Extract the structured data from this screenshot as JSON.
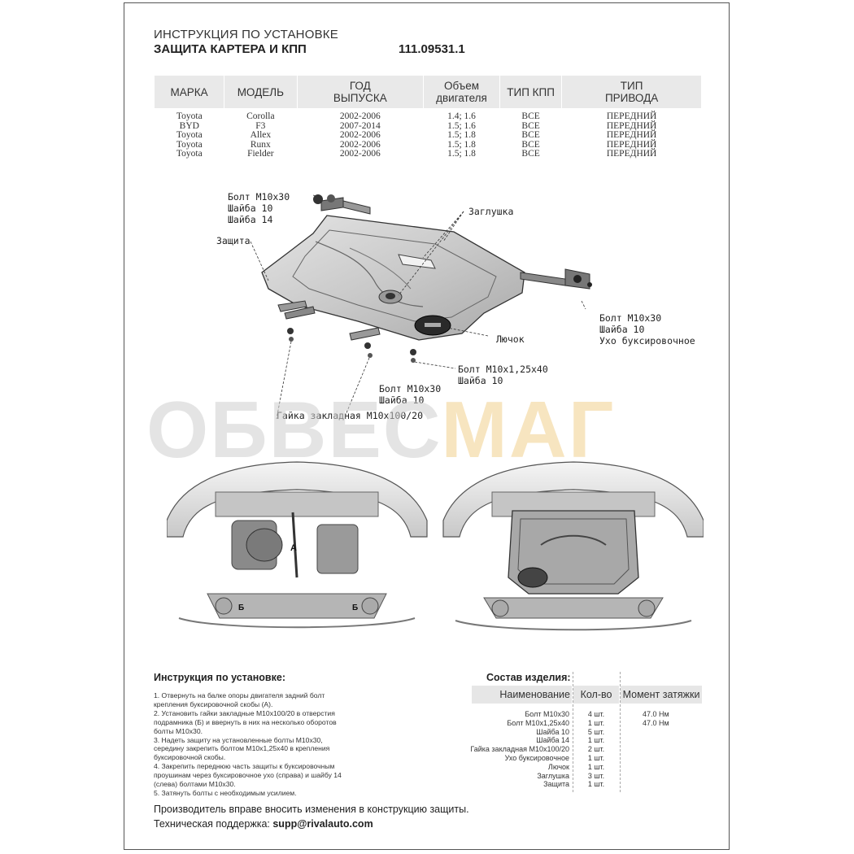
{
  "header": {
    "line1": "ИНСТРУКЦИЯ ПО УСТАНОВКЕ",
    "line2": "ЗАЩИТА КАРТЕРА И КПП",
    "article": "111.09531.1"
  },
  "models_table": {
    "headers": [
      "МАРКА",
      "МОДЕЛЬ",
      "ГОД ВЫПУСКА",
      "Объем двигателя",
      "ТИП КПП",
      "ТИП ПРИВОДА"
    ],
    "rows": [
      [
        "Toyota",
        "Corolla",
        "2002-2006",
        "1.4; 1.6",
        "ВСЕ",
        "ПЕРЕДНИЙ"
      ],
      [
        "BYD",
        "F3",
        "2007-2014",
        "1.5; 1.6",
        "ВСЕ",
        "ПЕРЕДНИЙ"
      ],
      [
        "Toyota",
        "Allex",
        "2002-2006",
        "1.5; 1.8",
        "ВСЕ",
        "ПЕРЕДНИЙ"
      ],
      [
        "Toyota",
        "Runx",
        "2002-2006",
        "1.5; 1.8",
        "ВСЕ",
        "ПЕРЕДНИЙ"
      ],
      [
        "Toyota",
        "Fielder",
        "2002-2006",
        "1.5; 1.8",
        "ВСЕ",
        "ПЕРЕДНИЙ"
      ]
    ]
  },
  "diagram_labels": {
    "bolt_left": [
      "Болт М10х30",
      "Шайба 10",
      "Шайба 14"
    ],
    "plug": "Заглушка",
    "guard": "Защита",
    "bolt_right": [
      "Болт М10х30",
      "Шайба 10",
      "Ухо буксировочное"
    ],
    "hatch": "Лючок",
    "bolt_m10x125": [
      "Болт М10х1,25х40",
      "Шайба 10"
    ],
    "bolt_mid": [
      "Болт М10х30",
      "Шайба 10"
    ],
    "nut": "Гайка закладная М10х100/20",
    "marker_a": "А",
    "marker_b": "Б"
  },
  "watermark": {
    "part1": "ОБВЕС",
    "part2": "МАГ"
  },
  "instructions": {
    "title": "Инструкция по установке:",
    "steps": [
      "1. Отвернуть на балке опоры двигателя задний болт",
      "крепления буксировочной скобы (А).",
      "2. Установить гайки закладные М10х100/20 в отверстия",
      "подрамника (Б) и ввернуть в них на несколько оборотов",
      "болты М10х30.",
      "3. Надеть защиту на установленные болты М10х30,",
      "середину закрепить болтом М10х1,25х40 в крепления",
      "буксировочной скобы.",
      "4. Закрепить переднюю часть защиты к буксировочным",
      "проушинам через буксировочное ухо (справа) и шайбу 14",
      "(слева) болтами М10х30.",
      "5. Затянуть болты с необходимым усилием."
    ]
  },
  "composition": {
    "title": "Состав изделия:",
    "headers": [
      "Наименование",
      "Кол-во",
      "Момент затяжки"
    ],
    "rows": [
      [
        "Болт М10х30",
        "4 шт.",
        "47.0 Нм"
      ],
      [
        "Болт М10х1,25х40",
        "1 шт.",
        "47.0 Нм"
      ],
      [
        "Шайба 10",
        "5 шт.",
        ""
      ],
      [
        "Шайба 14",
        "1 шт.",
        ""
      ],
      [
        "Гайка закладная М10х100/20",
        "2 шт.",
        ""
      ],
      [
        "Ухо буксировочное",
        "1 шт.",
        ""
      ],
      [
        "Лючок",
        "1 шт.",
        ""
      ],
      [
        "Заглушка",
        "3 шт.",
        ""
      ],
      [
        "Защита",
        "1 шт.",
        ""
      ]
    ]
  },
  "footer": {
    "disclaimer": "Производитель вправе вносить изменения в конструкцию защиты.",
    "support_label": "Техническая поддержка:",
    "support_email": "supp@rivalauto.com"
  }
}
